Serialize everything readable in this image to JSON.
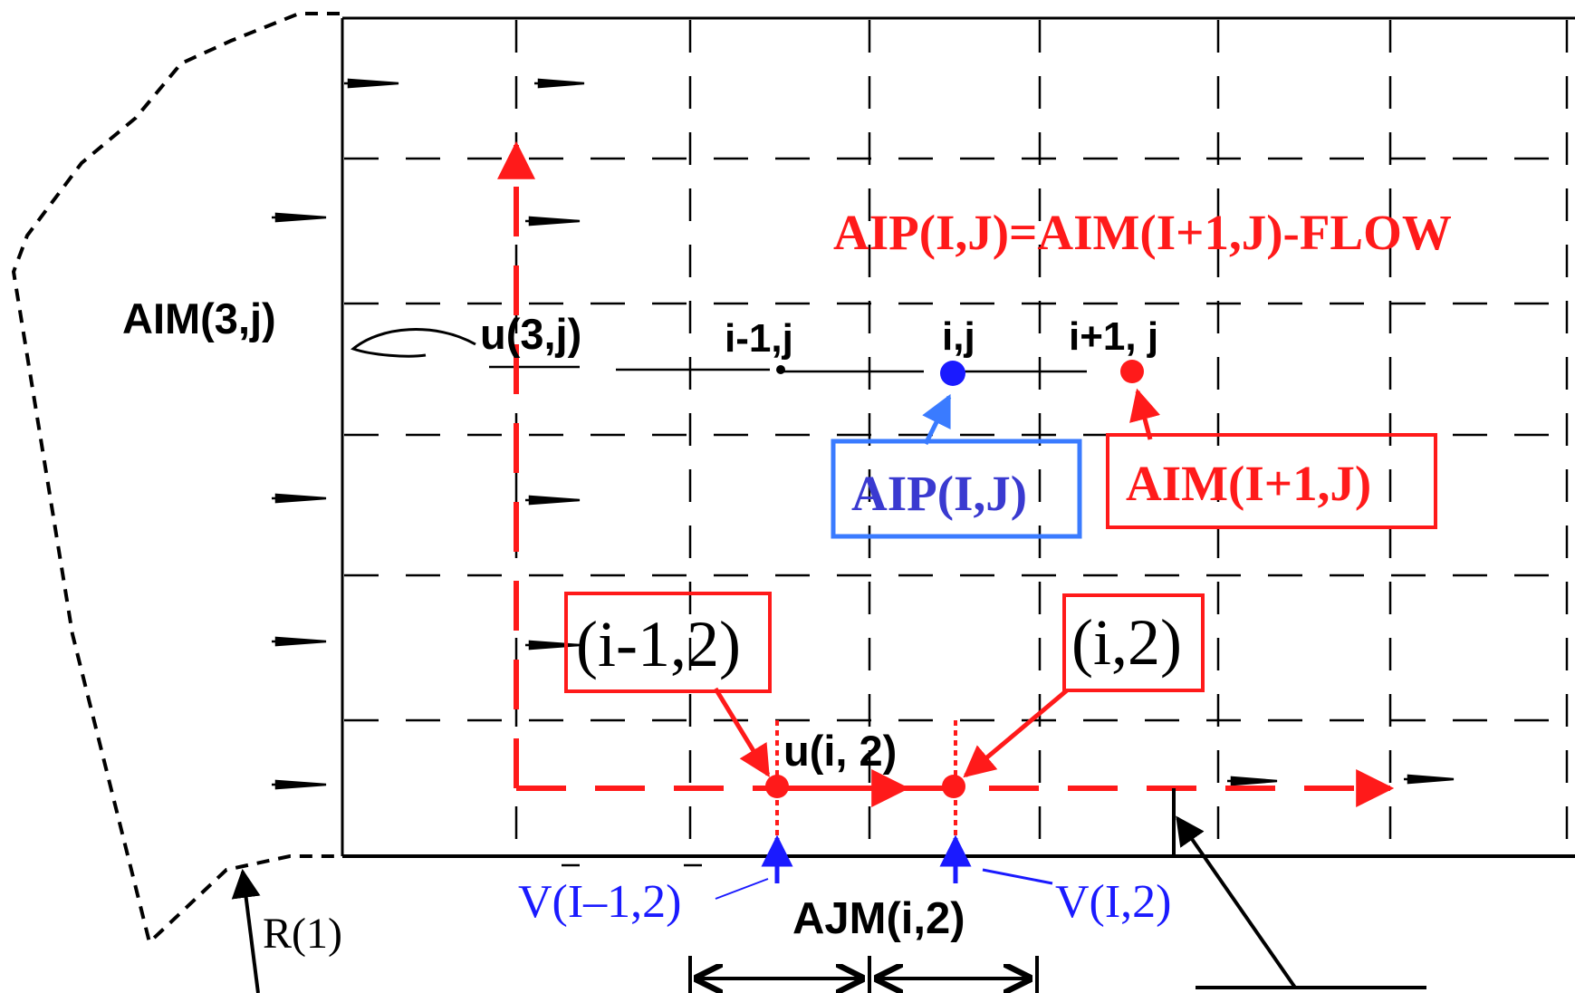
{
  "labels": {
    "equation": "AIP(I,J)=AIM(I+1,J)-FLOW",
    "aim_3j": "AIM(3,j)",
    "u_3j": "u(3,j)",
    "node_im1_j": "i-1,j",
    "node_i_j": "i,j",
    "node_ip1_j": "i+1, j",
    "aip_box": "AIP(I,J)",
    "aim_box": "AIM(I+1,J)",
    "box_im1_2": "(i-1,2)",
    "box_i_2": "(i,2)",
    "u_i2": "u(i, 2)",
    "v_im1_2": "V(I–1,2)",
    "v_i_2": "V(I,2)",
    "ajm_i2": "AJM(i,2)",
    "r1": "R(1)"
  },
  "colors": {
    "red": "#ff1a1a",
    "blue": "#1a1aff",
    "blue_box": "#3a7bff",
    "black": "#000000"
  }
}
